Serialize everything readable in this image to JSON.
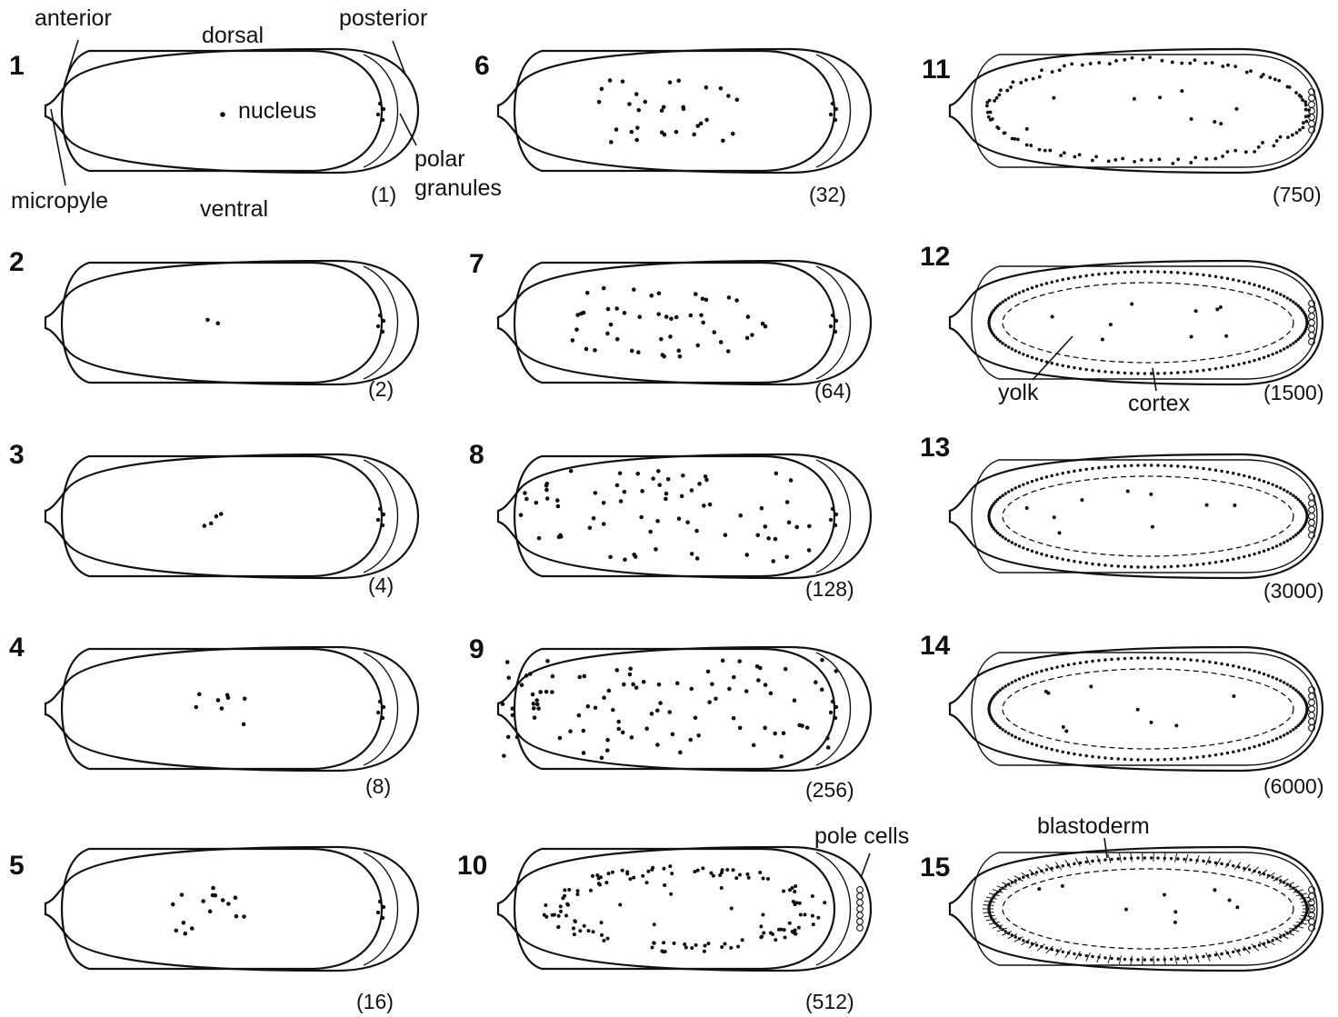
{
  "labels": {
    "anterior": "anterior",
    "posterior": "posterior",
    "dorsal": "dorsal",
    "ventral": "ventral",
    "nucleus": "nucleus",
    "polar": "polar",
    "granules": "granules",
    "micropyle": "micropyle",
    "yolk": "yolk",
    "cortex": "cortex",
    "pole_cells": "pole cells",
    "blastoderm": "blastoderm"
  },
  "stages": [
    {
      "num": "1",
      "count": "(1)",
      "nuclei": 1
    },
    {
      "num": "2",
      "count": "(2)",
      "nuclei": 2
    },
    {
      "num": "3",
      "count": "(4)",
      "nuclei": 4
    },
    {
      "num": "4",
      "count": "(8)",
      "nuclei": 8
    },
    {
      "num": "5",
      "count": "(16)",
      "nuclei": 16
    },
    {
      "num": "6",
      "count": "(32)",
      "nuclei": 32
    },
    {
      "num": "7",
      "count": "(64)",
      "nuclei": 64
    },
    {
      "num": "8",
      "count": "(128)",
      "nuclei": 128
    },
    {
      "num": "9",
      "count": "(256)",
      "nuclei": 256
    },
    {
      "num": "10",
      "count": "(512)",
      "nuclei": 512
    },
    {
      "num": "11",
      "count": "(750)",
      "nuclei": 750
    },
    {
      "num": "12",
      "count": "(1500)",
      "nuclei": 1500
    },
    {
      "num": "13",
      "count": "(3000)",
      "nuclei": 3000
    },
    {
      "num": "14",
      "count": "(6000)",
      "nuclei": 6000
    },
    {
      "num": "15",
      "count": "",
      "nuclei": null
    }
  ]
}
